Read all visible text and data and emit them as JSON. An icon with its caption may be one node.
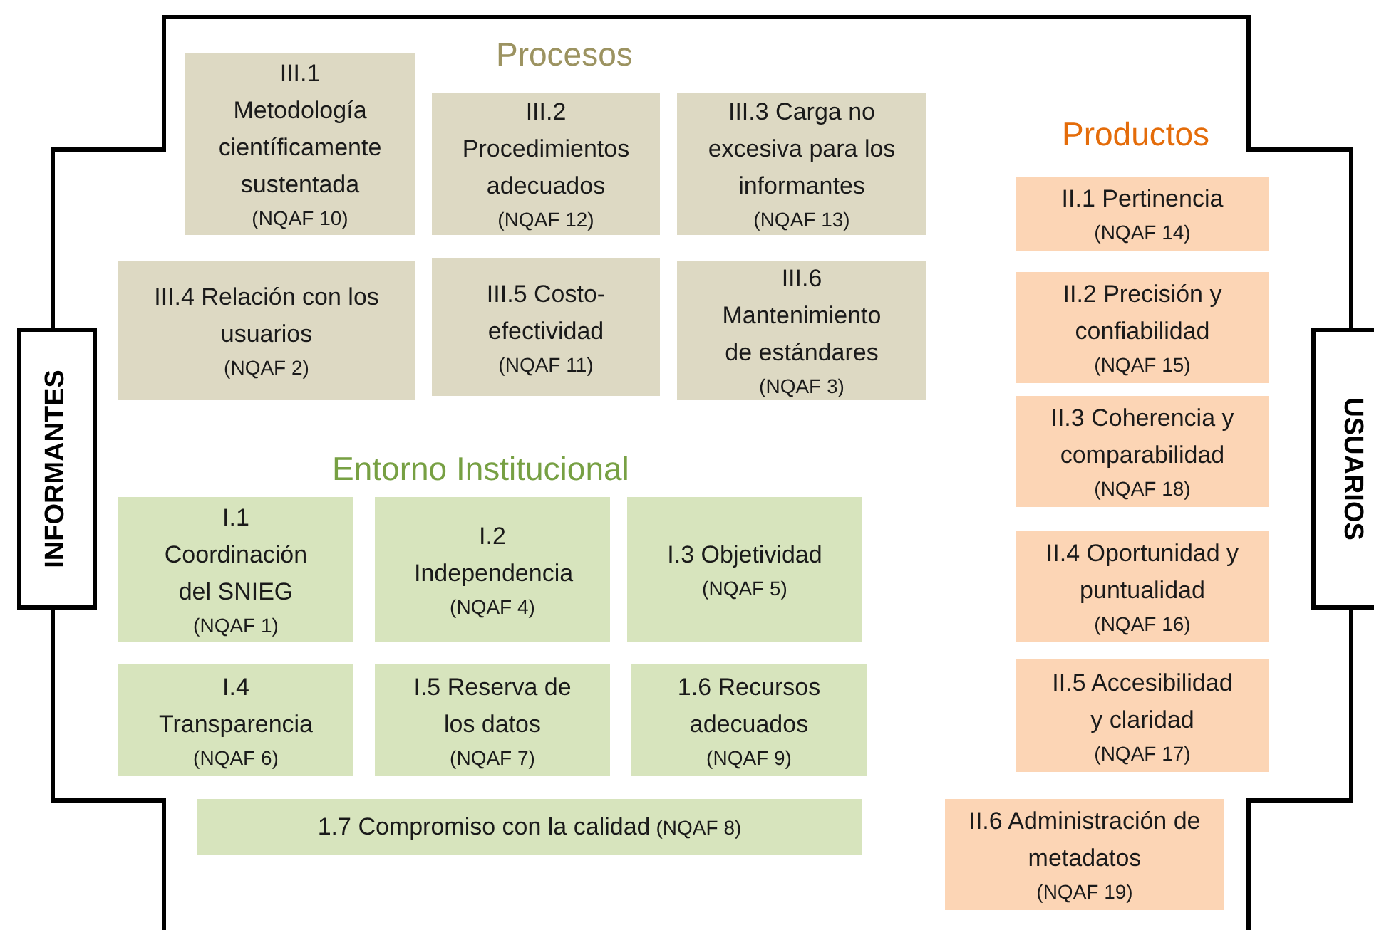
{
  "diagram": {
    "nodes": [
      {
        "text": [
          "INFORMANTES"
        ]
      },
      {
        "text": [
          "III.1 Metodología científicamente sustentada",
          "(NQAF 10)"
        ]
      },
      {
        "text": [
          "III.2 Procedimientos adecuados",
          "(NQAF 12)"
        ]
      },
      {
        "text": [
          "III.3 Carga no excesiva para los informantes",
          "(NQAF 13)"
        ]
      },
      {
        "text": [
          "III.4 Relación con los usuarios",
          "(NQAF 2)"
        ]
      },
      {
        "text": [
          "III.5 Costo-efectividad",
          "(NQAF 11)"
        ]
      },
      {
        "text": [
          "III.6 Mantenimiento de estándares",
          "(NQAF 3)"
        ]
      },
      {
        "text": [
          "II.1 Pertinencia",
          "(NQAF 14)"
        ]
      },
      {
        "text": [
          "II.2 Precisión y confiabilidad",
          "(NQAF 15)"
        ]
      },
      {
        "text": [
          "II.3 Coherencia y comparabilidad",
          "(NQAF 18)"
        ]
      },
      {
        "text": [
          "I.1 Coordinación del SNIEG",
          "(NQAF 1)"
        ]
      },
      {
        "text": [
          "I.2 Independencia",
          "(NQAF 4)"
        ]
      },
      {
        "text": [
          "I.3 Objetividad",
          "(NQAF 5)"
        ]
      },
      {
        "text": [
          "II.4 Oportunidad y puntualidad",
          "(NQAF 16)"
        ]
      },
      {
        "text": [
          "I.4 Transparencia",
          "(NQAF 6)"
        ]
      },
      {
        "text": [
          "I.5 Reserva de los datos",
          "(NQAF 7)"
        ]
      },
      {
        "text": [
          "1.6 Recursos adecuados",
          "(NQAF 9)"
        ]
      },
      {
        "text": [
          "II.5 Accesibilidad y claridad",
          "(NQAF 17)"
        ]
      },
      {
        "text": [
          "1.7 Compromiso con la calidad",
          "(NQAF 8)"
        ]
      },
      {
        "text": [
          "II.6 Administración de metadatos",
          "(NQAF 19)"
        ]
      },
      {
        "text": [
          "USUARIOS"
        ]
      }
    ],
    "labels": [
      "Procesos",
      "Productos",
      "Entorno Institucional"
    ]
  }
}
